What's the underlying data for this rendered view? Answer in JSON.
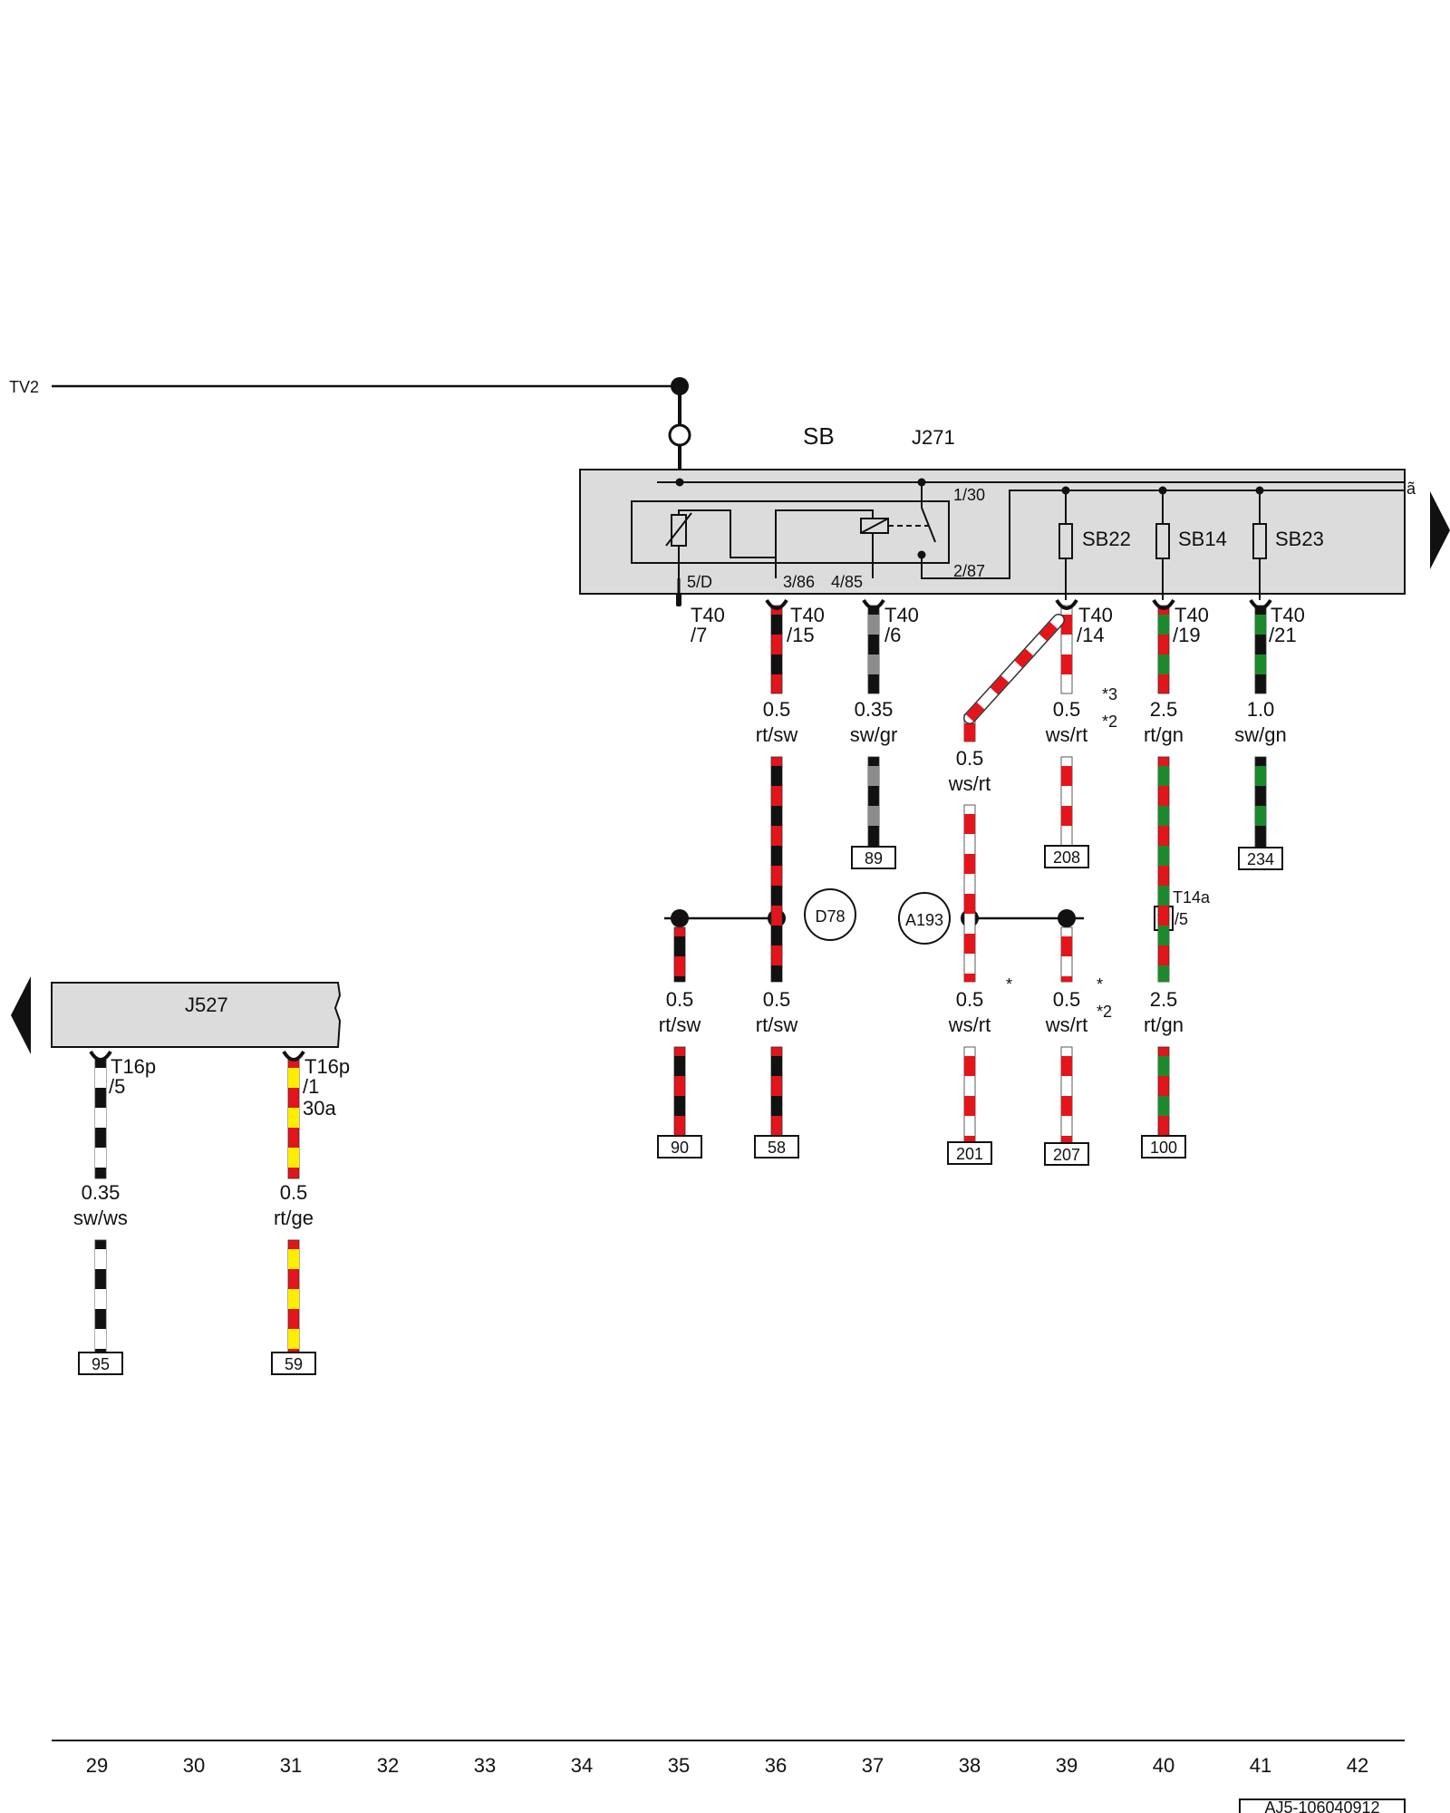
{
  "left_ref": "TV2",
  "sb": {
    "name": "SB",
    "relay": "J271",
    "pin_30": "1/30",
    "pin_87": "2/87",
    "pin_5d": "5/D",
    "pin_3_86": "3/86",
    "pin_4_85": "4/85"
  },
  "fuses": {
    "sb22": "SB22",
    "sb14": "SB14",
    "sb23": "SB23",
    "edge_mark": "ã"
  },
  "t40": {
    "p7": {
      "conn": "T40",
      "pin": "/7"
    },
    "p15": {
      "conn": "T40",
      "pin": "/15"
    },
    "p6": {
      "conn": "T40",
      "pin": "/6"
    },
    "p14": {
      "conn": "T40",
      "pin": "/14"
    },
    "p19": {
      "conn": "T40",
      "pin": "/19"
    },
    "p21": {
      "conn": "T40",
      "pin": "/21"
    }
  },
  "wires": {
    "w15": {
      "size": "0.5",
      "color": "rt/sw"
    },
    "w6": {
      "size": "0.35",
      "color": "sw/gr"
    },
    "wdiag": {
      "size": "0.5",
      "color": "ws/rt"
    },
    "w14": {
      "size": "0.5",
      "color": "ws/rt",
      "note1": "*3",
      "note2": "*2"
    },
    "w19": {
      "size": "2.5",
      "color": "rt/gn"
    },
    "w21": {
      "size": "1.0",
      "color": "sw/gn"
    },
    "l90": {
      "size": "0.5",
      "color": "rt/sw"
    },
    "l58": {
      "size": "0.5",
      "color": "rt/sw"
    },
    "l201": {
      "size": "0.5",
      "color": "ws/rt",
      "note": "*"
    },
    "l207": {
      "size": "0.5",
      "color": "ws/rt",
      "note1": "*",
      "note2": "*2"
    },
    "l100": {
      "size": "2.5",
      "color": "rt/gn"
    },
    "j95": {
      "size": "0.35",
      "color": "sw/ws"
    },
    "j59": {
      "size": "0.5",
      "color": "rt/ge"
    }
  },
  "refs": {
    "r89": "89",
    "r208": "208",
    "r234": "234",
    "r90": "90",
    "r58": "58",
    "r201": "201",
    "r207": "207",
    "r100": "100",
    "r95": "95",
    "r59": "59"
  },
  "nodes": {
    "d78": "D78",
    "a193": "A193"
  },
  "t14a": {
    "conn": "T14a",
    "pin": "/5"
  },
  "j527": {
    "name": "J527",
    "p5": {
      "conn": "T16p",
      "pin": "/5"
    },
    "p1": {
      "conn": "T16p",
      "pin": "/1",
      "extra": "30a"
    }
  },
  "track_numbers": [
    "29",
    "30",
    "31",
    "32",
    "33",
    "34",
    "35",
    "36",
    "37",
    "38",
    "39",
    "40",
    "41",
    "42"
  ],
  "doc_id": "AJ5-106040912",
  "colors": {
    "rt": "#e4141b",
    "sw": "#111111",
    "ws": "#ffffff",
    "gr": "#8c8c8c",
    "gn": "#1c8a2c",
    "ge": "#ffee00",
    "panel": "#dcdcdc"
  }
}
